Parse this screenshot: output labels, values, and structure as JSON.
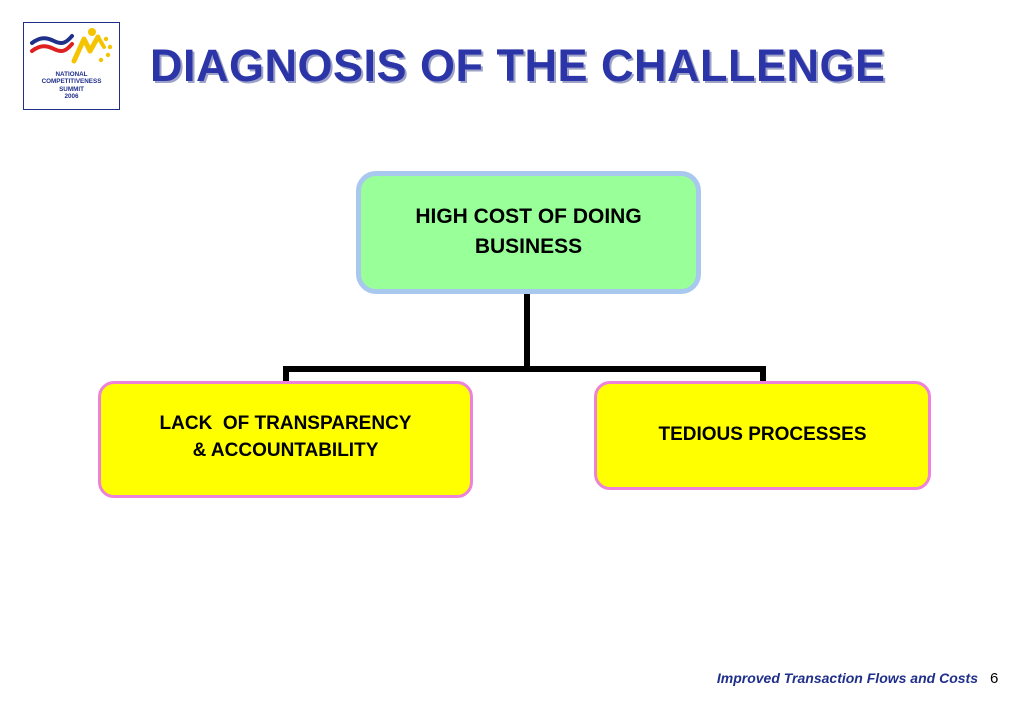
{
  "logo": {
    "lines": [
      "NATIONAL",
      "COMPETITIVENESS",
      "SUMMIT",
      "2006"
    ]
  },
  "title": "DIAGNOSIS OF THE CHALLENGE",
  "diagram": {
    "root": {
      "lines": [
        "HIGH COST OF DOING",
        "BUSINESS"
      ]
    },
    "children": [
      {
        "lines": [
          "LACK  OF TRANSPARENCY",
          "& ACCOUNTABILITY"
        ]
      },
      {
        "lines": [
          "TEDIOUS PROCESSES"
        ]
      }
    ]
  },
  "colors": {
    "title": "#2b35a8",
    "root_fill": "#99ff99",
    "root_border": "#a9c8ee",
    "child_fill": "#ffff00",
    "child_border": "#ee82d8",
    "footer": "#1f2f8a"
  },
  "footer": {
    "text": "Improved Transaction Flows and Costs",
    "page_number": "6"
  }
}
